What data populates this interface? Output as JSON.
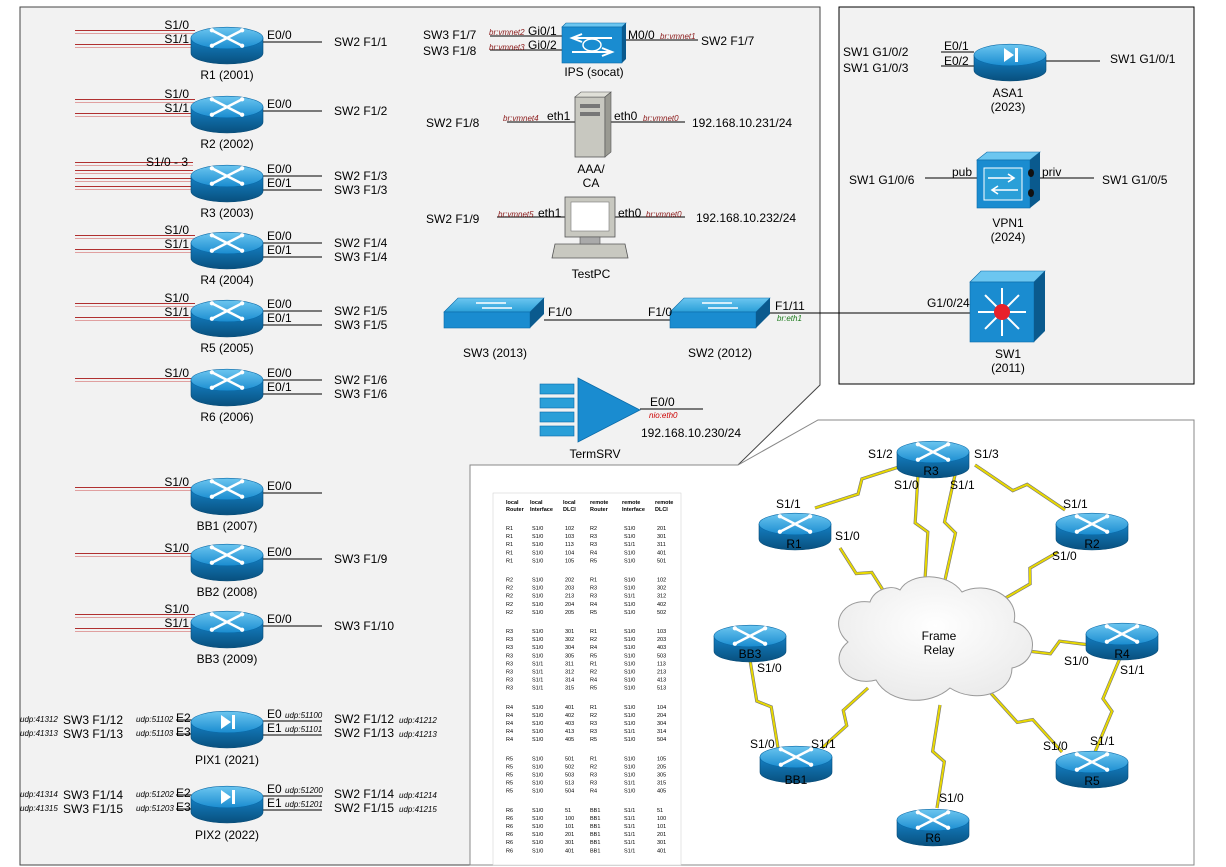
{
  "routers": [
    {
      "name": "R1 (2001)",
      "left": [
        {
          "label": "S1/0"
        },
        {
          "label": "S1/1"
        }
      ],
      "right": [
        {
          "port": "E0/0",
          "target": "SW2 F1/1"
        }
      ]
    },
    {
      "name": "R2 (2002)",
      "left": [
        {
          "label": "S1/0"
        },
        {
          "label": "S1/1"
        }
      ],
      "right": [
        {
          "port": "E0/0",
          "target": "SW2 F1/2"
        }
      ]
    },
    {
      "name": "R3 (2003)",
      "left": [
        {
          "label": "S1/0 - 3"
        }
      ],
      "right": [
        {
          "port": "E0/0",
          "target": "SW2 F1/3"
        },
        {
          "port": "E0/1",
          "target": "SW3 F1/3"
        }
      ]
    },
    {
      "name": "R4 (2004)",
      "left": [
        {
          "label": "S1/0"
        },
        {
          "label": "S1/1"
        }
      ],
      "right": [
        {
          "port": "E0/0",
          "target": "SW2 F1/4"
        },
        {
          "port": "E0/1",
          "target": "SW3 F1/4"
        }
      ]
    },
    {
      "name": "R5 (2005)",
      "left": [
        {
          "label": "S1/0"
        },
        {
          "label": "S1/1"
        }
      ],
      "right": [
        {
          "port": "E0/0",
          "target": "SW2 F1/5"
        },
        {
          "port": "E0/1",
          "target": "SW3 F1/5"
        }
      ]
    },
    {
      "name": "R6 (2006)",
      "left": [
        {
          "label": "S1/0"
        }
      ],
      "right": [
        {
          "port": "E0/0",
          "target": "SW2 F1/6"
        },
        {
          "port": "E0/1",
          "target": "SW3 F1/6"
        }
      ]
    },
    {
      "name": "BB1 (2007)",
      "left": [
        {
          "label": "S1/0"
        }
      ],
      "right": [
        {
          "port": "E0/0",
          "target": ""
        }
      ]
    },
    {
      "name": "BB2 (2008)",
      "left": [
        {
          "label": "S1/0"
        }
      ],
      "right": [
        {
          "port": "E0/0",
          "target": "SW3 F1/9"
        }
      ]
    },
    {
      "name": "BB3 (2009)",
      "left": [
        {
          "label": "S1/0"
        },
        {
          "label": "S1/1"
        }
      ],
      "right": [
        {
          "port": "E0/0",
          "target": "SW3 F1/10"
        }
      ]
    }
  ],
  "pix": [
    {
      "name": "PIX1 (2021)",
      "left": [
        {
          "udp_far": "udp:41312",
          "target": "SW3 F1/12",
          "udp_near": "udp:51102",
          "port": "E2"
        },
        {
          "udp_far": "udp:41313",
          "target": "SW3 F1/13",
          "udp_near": "udp:51103",
          "port": "E3"
        }
      ],
      "right": [
        {
          "port": "E0",
          "udp_near": "udp:51100",
          "target": "SW2 F1/12",
          "udp_far": "udp:41212"
        },
        {
          "port": "E1",
          "udp_near": "udp:51101",
          "target": "SW2 F1/13",
          "udp_far": "udp:41213"
        }
      ]
    },
    {
      "name": "PIX2 (2022)",
      "left": [
        {
          "udp_far": "udp:41314",
          "target": "SW3 F1/14",
          "udp_near": "udp:51202",
          "port": "E2"
        },
        {
          "udp_far": "udp:41315",
          "target": "SW3 F1/15",
          "udp_near": "udp:51203",
          "port": "E3"
        }
      ],
      "right": [
        {
          "port": "E0",
          "udp_near": "udp:51200",
          "target": "SW2 F1/14",
          "udp_far": "udp:41214"
        },
        {
          "port": "E1",
          "udp_near": "udp:51201",
          "target": "SW2 F1/15",
          "udp_far": "udp:41215"
        }
      ]
    }
  ],
  "ips": {
    "name": "IPS (socat)",
    "l1_target": "SW3 F1/7",
    "l1_br": "br:vmnet2",
    "l1_port": "Gi0/1",
    "l2_target": "SW3 F1/8",
    "l2_br": "br:vmnet3",
    "l2_port": "Gi0/2",
    "r_port": "M0/0",
    "r_br": "br:vmnet1",
    "r_target": "SW2 F1/7"
  },
  "aaa": {
    "name1": "AAA/",
    "name2": "CA",
    "l_target": "SW2 F1/8",
    "l_br": "br:vmnet4",
    "l_port": "eth1",
    "r_port": "eth0",
    "r_br": "br:vmnet0",
    "ip": "192.168.10.231/24"
  },
  "testpc": {
    "name": "TestPC",
    "l_target": "SW2 F1/9",
    "l_br": "br:vmnet5",
    "l_port": "eth1",
    "r_port": "eth0",
    "r_br": "br:vmnet0",
    "ip": "192.168.10.232/24"
  },
  "sw3": {
    "name": "SW3 (2013)",
    "port": "F1/0"
  },
  "sw2": {
    "name": "SW2 (2012)",
    "port_l": "F1/0",
    "port_r": "F1/11",
    "br": "br:eth1"
  },
  "termsrv": {
    "name": "TermSRV",
    "port": "E0/0",
    "br": "nio:eth0",
    "ip": "192.168.10.230/24"
  },
  "asa1": {
    "name1": "ASA1",
    "name2": "(2023)",
    "l1_target": "SW1 G1/0/2",
    "l1_port": "E0/1",
    "l2_target": "SW1 G1/0/3",
    "l2_port": "E0/2",
    "r_target": "SW1 G1/0/1"
  },
  "vpn1": {
    "name1": "VPN1",
    "name2": "(2024)",
    "l_target": "SW1 G1/0/6",
    "l_port": "pub",
    "r_port": "priv",
    "r_target": "SW1 G1/0/5"
  },
  "sw1": {
    "name1": "SW1",
    "name2": "(2011)",
    "port": "G1/0/24"
  },
  "fr": {
    "cloud1": "Frame",
    "cloud2": "Relay",
    "r3": {
      "name": "R3",
      "p1": "S1/2",
      "p2": "S1/3",
      "p3": "S1/0",
      "p4": "S1/1"
    },
    "r1": {
      "name": "R1",
      "p1": "S1/1",
      "p2": "S1/0"
    },
    "r2": {
      "name": "R2",
      "p1": "S1/1",
      "p2": "S1/0"
    },
    "bb3": {
      "name": "BB3",
      "p1": "S1/0"
    },
    "r4": {
      "name": "R4",
      "p1": "S1/0",
      "p2": "S1/1"
    },
    "bb1": {
      "name": "BB1",
      "p1": "S1/0",
      "p2": "S1/1"
    },
    "r5": {
      "name": "R5",
      "p1": "S1/0",
      "p2": "S1/1"
    },
    "r6": {
      "name": "R6",
      "p1": "S1/0"
    }
  },
  "dlci_table": {
    "headers": [
      [
        "local",
        "Router"
      ],
      [
        "local",
        "Interface"
      ],
      [
        "local",
        "DLCI"
      ],
      [
        "remote",
        "Router"
      ],
      [
        "remote",
        "Interface"
      ],
      [
        "remote",
        "DLCI"
      ]
    ],
    "groups": [
      [
        [
          "R1",
          "S1/0",
          "102",
          "R2",
          "S1/0",
          "201"
        ],
        [
          "R1",
          "S1/0",
          "103",
          "R3",
          "S1/0",
          "301"
        ],
        [
          "R1",
          "S1/0",
          "113",
          "R3",
          "S1/1",
          "311"
        ],
        [
          "R1",
          "S1/0",
          "104",
          "R4",
          "S1/0",
          "401"
        ],
        [
          "R1",
          "S1/0",
          "105",
          "R5",
          "S1/0",
          "501"
        ]
      ],
      [
        [
          "R2",
          "S1/0",
          "202",
          "R1",
          "S1/0",
          "102"
        ],
        [
          "R2",
          "S1/0",
          "203",
          "R3",
          "S1/0",
          "302"
        ],
        [
          "R2",
          "S1/0",
          "213",
          "R3",
          "S1/1",
          "312"
        ],
        [
          "R2",
          "S1/0",
          "204",
          "R4",
          "S1/0",
          "402"
        ],
        [
          "R2",
          "S1/0",
          "205",
          "R5",
          "S1/0",
          "502"
        ]
      ],
      [
        [
          "R3",
          "S1/0",
          "301",
          "R1",
          "S1/0",
          "103"
        ],
        [
          "R3",
          "S1/0",
          "302",
          "R2",
          "S1/0",
          "203"
        ],
        [
          "R3",
          "S1/0",
          "304",
          "R4",
          "S1/0",
          "403"
        ],
        [
          "R3",
          "S1/0",
          "305",
          "R5",
          "S1/0",
          "503"
        ],
        [
          "R3",
          "S1/1",
          "311",
          "R1",
          "S1/0",
          "113"
        ],
        [
          "R3",
          "S1/1",
          "312",
          "R2",
          "S1/0",
          "213"
        ],
        [
          "R3",
          "S1/1",
          "314",
          "R4",
          "S1/0",
          "413"
        ],
        [
          "R3",
          "S1/1",
          "315",
          "R5",
          "S1/0",
          "513"
        ]
      ],
      [
        [
          "R4",
          "S1/0",
          "401",
          "R1",
          "S1/0",
          "104"
        ],
        [
          "R4",
          "S1/0",
          "402",
          "R2",
          "S1/0",
          "204"
        ],
        [
          "R4",
          "S1/0",
          "403",
          "R3",
          "S1/0",
          "304"
        ],
        [
          "R4",
          "S1/0",
          "413",
          "R3",
          "S1/1",
          "314"
        ],
        [
          "R4",
          "S1/0",
          "405",
          "R5",
          "S1/0",
          "504"
        ]
      ],
      [
        [
          "R5",
          "S1/0",
          "501",
          "R1",
          "S1/0",
          "105"
        ],
        [
          "R5",
          "S1/0",
          "502",
          "R2",
          "S1/0",
          "205"
        ],
        [
          "R5",
          "S1/0",
          "503",
          "R3",
          "S1/0",
          "305"
        ],
        [
          "R5",
          "S1/0",
          "513",
          "R3",
          "S1/1",
          "315"
        ],
        [
          "R5",
          "S1/0",
          "504",
          "R4",
          "S1/0",
          "405"
        ]
      ],
      [
        [
          "R6",
          "S1/0",
          "51",
          "BB1",
          "S1/1",
          "51"
        ],
        [
          "R6",
          "S1/0",
          "100",
          "BB1",
          "S1/1",
          "100"
        ],
        [
          "R6",
          "S1/0",
          "101",
          "BB1",
          "S1/1",
          "101"
        ],
        [
          "R6",
          "S1/0",
          "201",
          "BB1",
          "S1/1",
          "201"
        ],
        [
          "R6",
          "S1/0",
          "301",
          "BB1",
          "S1/1",
          "301"
        ],
        [
          "R6",
          "S1/0",
          "401",
          "BB1",
          "S1/1",
          "401"
        ]
      ]
    ]
  },
  "colors": {
    "router_top": "#2a9fd8",
    "router_side": "#0a6aa8",
    "switch": "#2a9fd8",
    "panel_bg": "#f2f2f2",
    "serial_line": "#b03030",
    "fr_link": "#e8d800"
  }
}
